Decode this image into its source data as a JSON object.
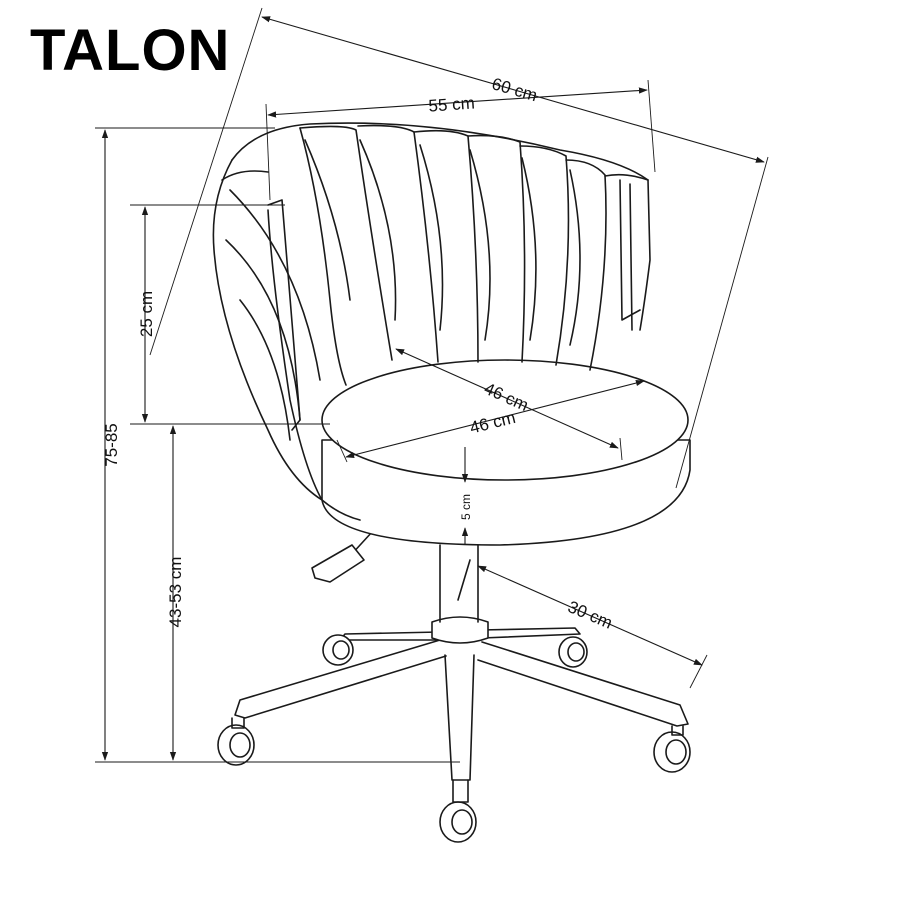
{
  "title": "TALON",
  "dimensions": {
    "depth_outer": "60 cm",
    "width_back": "55 cm",
    "height_total": "75-85",
    "backrest_height": "25 cm",
    "seat_height": "43-53 cm",
    "seat_depth": "46 cm",
    "seat_width": "46 cm",
    "seat_thickness": "5 cm",
    "base_radius": "30 cm"
  }
}
